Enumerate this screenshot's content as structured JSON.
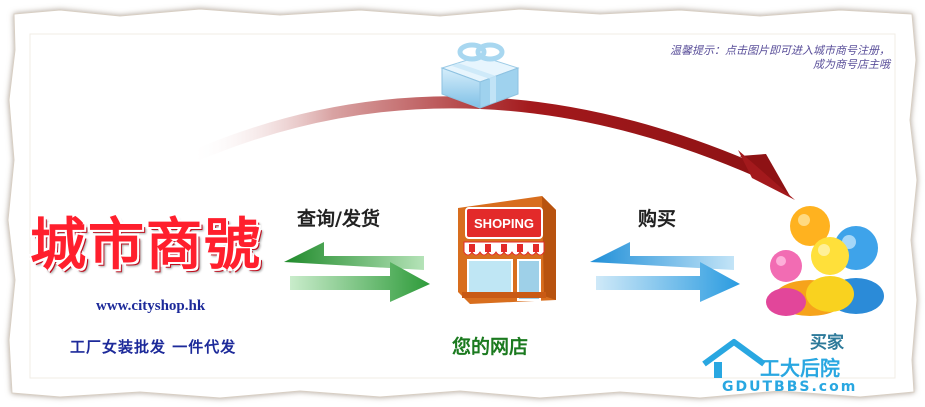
{
  "hint": {
    "line1": "温馨提示：点击图片即可进入城市商号注册，",
    "line2": "成为商号店主哦"
  },
  "brand": {
    "name": "城市商號",
    "url": "www.cityshop.hk",
    "slogan": "工厂女装批发  一件代发"
  },
  "flow": {
    "query_label": "查询/发货",
    "buy_label": "购买",
    "shop_label": "您的网店",
    "shop_sign": "SHOPING",
    "buyer_label": "买家"
  },
  "watermark": {
    "text": "工大后院",
    "subtext": "GDUTBBS.com"
  },
  "colors": {
    "brand_red": "#ff1f2d",
    "arrow_red": "#a3191c",
    "arrow_green": "#2e9b3a",
    "arrow_blue": "#2a9be0",
    "text_blue": "#1d2a9a"
  },
  "icons": [
    "gift-box-icon",
    "shop-storefront-icon",
    "buyers-group-icon",
    "house-logo-icon"
  ]
}
